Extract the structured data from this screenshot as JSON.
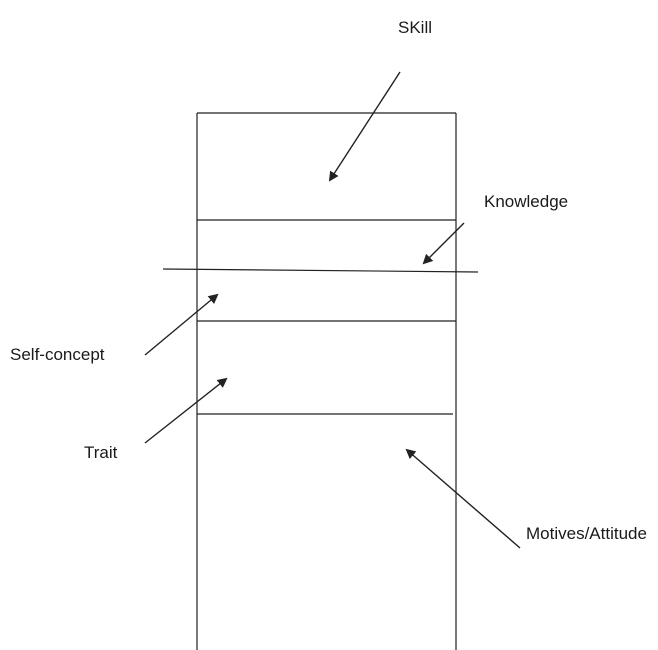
{
  "labels": {
    "skill": "SKill",
    "knowledge": "Knowledge",
    "self_concept": "Self-concept",
    "trait": "Trait",
    "motives": "Motives/Attitude"
  },
  "colors": {
    "line": "#222222",
    "background": "#ffffff"
  }
}
